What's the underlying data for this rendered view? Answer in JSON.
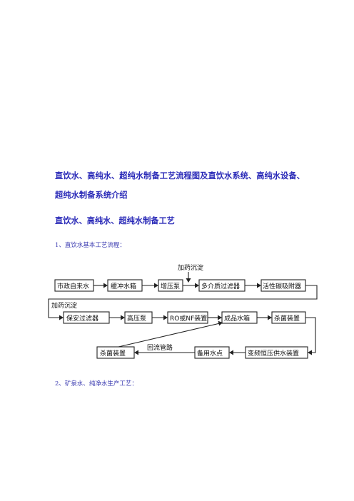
{
  "doc": {
    "title_line1": "直饮水、高纯水、超纯水制备工艺流程图及直饮水系统、高纯水设备、",
    "title_line2": "超纯水制备系统介绍",
    "subtitle": "直饮水、高纯水、超纯水制备工艺",
    "note1": "1、直饮水基本工艺流程：",
    "note2": "2、矿泉水、纯净水生产工艺："
  },
  "flow": {
    "dosing_top": "加药沉淀",
    "dosing_left": "加药沉淀",
    "reflux": "回流管路",
    "row1": [
      "市政自来水",
      "缓冲水箱",
      "增压泵",
      "多介质过滤器",
      "活性碳吸附器"
    ],
    "row2": [
      "保安过滤器",
      "高压泵",
      "RO或NF装置",
      "成品水箱",
      "杀菌装置"
    ],
    "row3": [
      "杀菌装置",
      "备用水点",
      "变频恒压供水装置"
    ]
  }
}
